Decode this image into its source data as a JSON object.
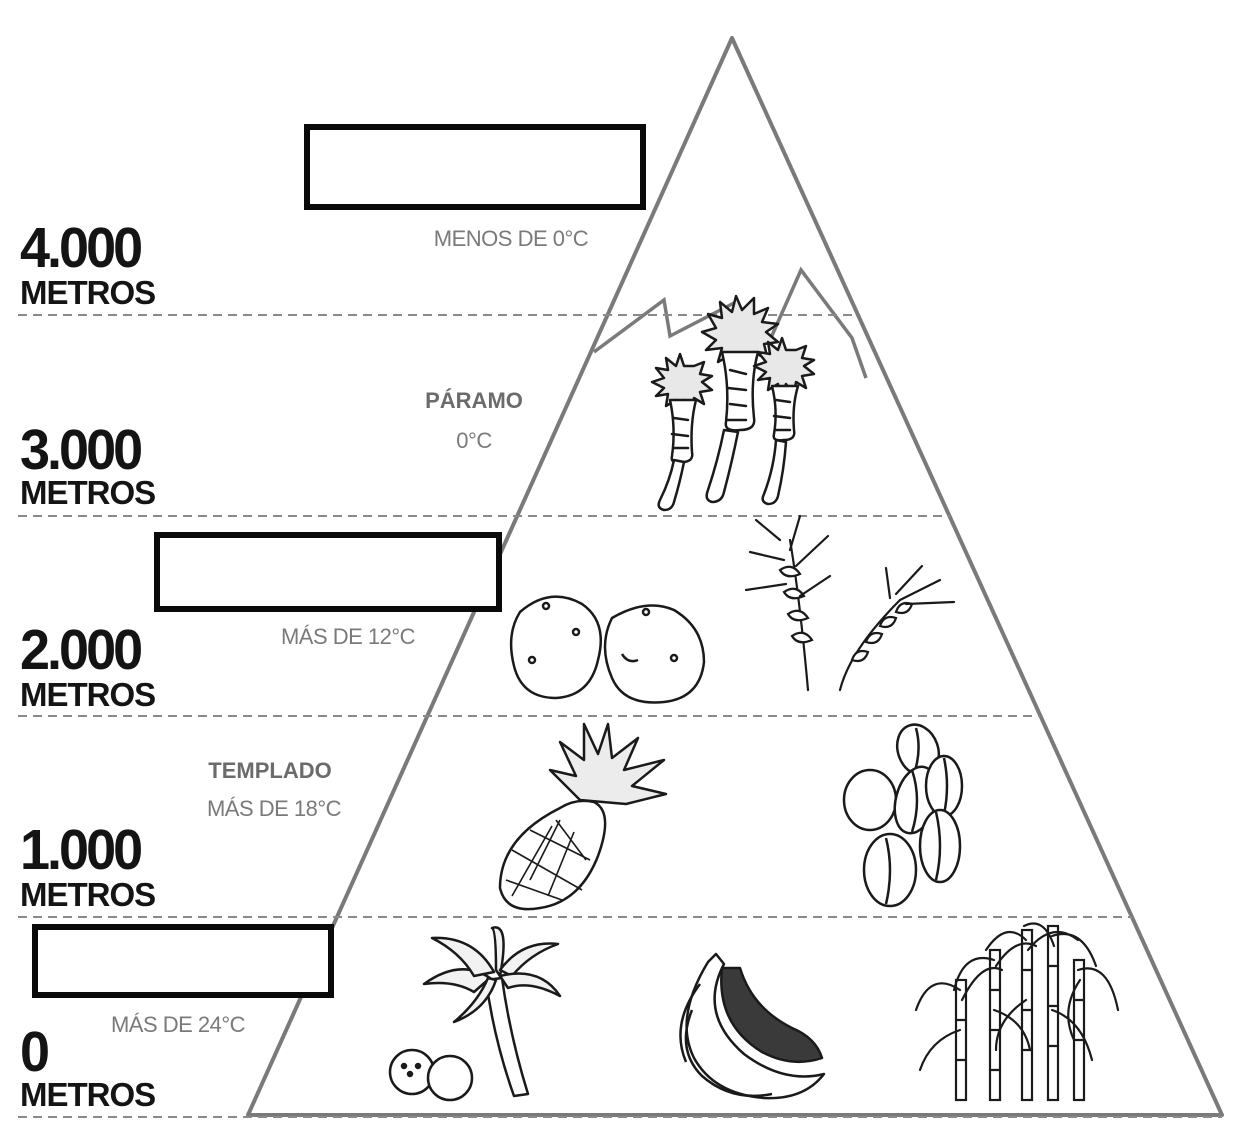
{
  "altitudes": [
    {
      "value": "4.000",
      "unit": "METROS"
    },
    {
      "value": "3.000",
      "unit": "METROS"
    },
    {
      "value": "2.000",
      "unit": "METROS"
    },
    {
      "value": "1.000",
      "unit": "METROS"
    },
    {
      "value": "0",
      "unit": "METROS"
    }
  ],
  "zones": {
    "glacial": {
      "name": "",
      "temperature": "MENOS DE 0°C"
    },
    "paramo": {
      "name": "PÁRAMO",
      "temperature": "0°C"
    },
    "frio": {
      "name": "",
      "temperature": "MÁS DE 12°C"
    },
    "templado": {
      "name": "TEMPLADO",
      "temperature": "MÁS DE 18°C"
    },
    "calido": {
      "name": "",
      "temperature": "MÁS DE 24°C"
    }
  },
  "illustrations": {
    "paramo": [
      "frailejon-icon"
    ],
    "frio": [
      "potato-icon",
      "wheat-icon"
    ],
    "templado": [
      "pineapple-icon",
      "coffee-beans-icon"
    ],
    "calido": [
      "palm-tree-icon",
      "coconut-icon",
      "banana-icon",
      "sugarcane-icon"
    ]
  },
  "colors": {
    "outline": "#6e6e6e",
    "text_dark": "#141414",
    "text_grey": "#707070",
    "box_border": "#0a0a0a"
  }
}
